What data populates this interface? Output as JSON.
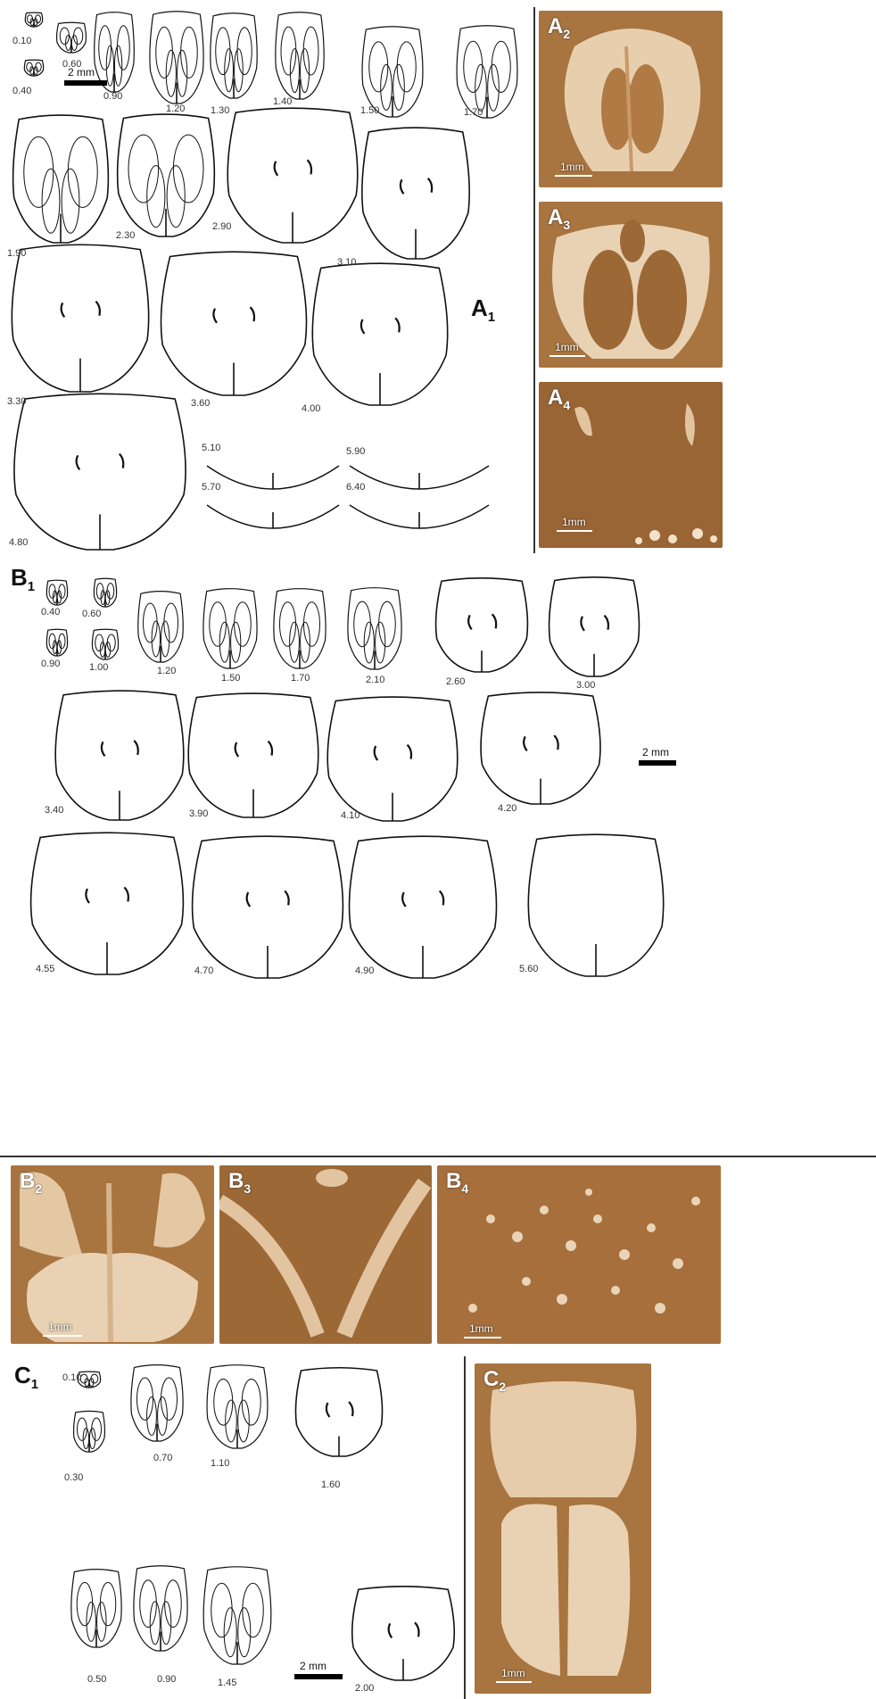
{
  "panels": {
    "A1": {
      "letter": "A",
      "sub": "1"
    },
    "A2": {
      "letter": "A",
      "sub": "2",
      "scale": "1mm"
    },
    "A3": {
      "letter": "A",
      "sub": "3",
      "scale": "1mm"
    },
    "A4": {
      "letter": "A",
      "sub": "4",
      "scale": "1mm"
    },
    "B1": {
      "letter": "B",
      "sub": "1"
    },
    "B2": {
      "letter": "B",
      "sub": "2",
      "scale": "1mm"
    },
    "B3": {
      "letter": "B",
      "sub": "3"
    },
    "B4": {
      "letter": "B",
      "sub": "4",
      "scale": "1mm"
    },
    "C1": {
      "letter": "C",
      "sub": "1"
    },
    "C2": {
      "letter": "C",
      "sub": "2",
      "scale": "1mm"
    }
  },
  "scale_bars": {
    "a1": "2 mm",
    "b1": "2 mm",
    "c1": "2 mm"
  },
  "a1_sections": [
    "0.10",
    "0.60",
    "0.40",
    "0.90",
    "1.20",
    "1.30",
    "1.40",
    "1.50",
    "1.70",
    "1.90",
    "2.30",
    "2.90",
    "3.10",
    "3.30",
    "3.60",
    "4.00",
    "4.80",
    "5.10",
    "5.70",
    "5.90",
    "6.40"
  ],
  "b1_sections": [
    "0.40",
    "0.60",
    "0.90",
    "1.00",
    "1.20",
    "1.50",
    "1.70",
    "2.10",
    "2.60",
    "3.00",
    "3.40",
    "3.90",
    "4.10",
    "4.20",
    "4.55",
    "4.70",
    "4.90",
    "5.60"
  ],
  "c1_sections": [
    "0.10",
    "0.30",
    "0.70",
    "1.10",
    "1.60",
    "0.50",
    "0.90",
    "1.45",
    "2.00"
  ],
  "colors": {
    "photo_bg": "#a8743f",
    "photo_light": "#e9d2b3",
    "photo_dark": "#7a4a22",
    "line": "#111111"
  }
}
